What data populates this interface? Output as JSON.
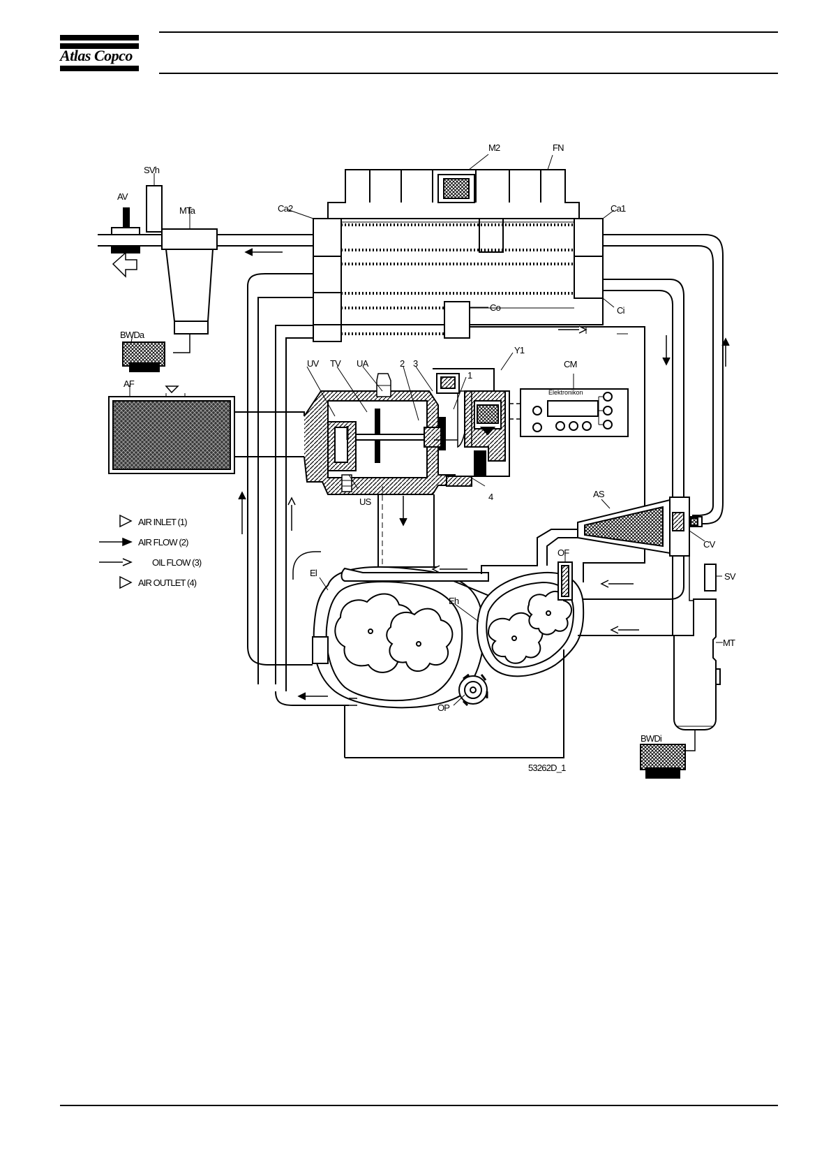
{
  "header": {
    "logo_text": "Atlas Copco"
  },
  "diagram": {
    "labels": {
      "M2": "M2",
      "FN": "FN",
      "SVh": "SVh",
      "AV": "AV",
      "MTa": "MTa",
      "Ca2": "Ca2",
      "Ca1": "Ca1",
      "Co": "Co",
      "Ci": "Ci",
      "BWDa": "BWDa",
      "AF": "AF",
      "UV": "UV",
      "TV": "TV",
      "UA": "UA",
      "n2": "2",
      "n3": "3",
      "n1": "1",
      "Y1": "Y1",
      "CM": "CM",
      "US": "US",
      "n4": "4",
      "AS": "AS",
      "CV": "CV",
      "OF": "OF",
      "SV": "SV",
      "El": "El",
      "Eh": "Eh",
      "MT": "MT",
      "OP": "OP",
      "BWDi": "BWDi"
    },
    "controller_brand": "Elektronikon",
    "figure_id": "53262D_1",
    "legend": [
      {
        "symbol": "hollow-arrow",
        "text": "AIR INLET (1)"
      },
      {
        "symbol": "filled-arrow",
        "text": "AIR FLOW (2)"
      },
      {
        "symbol": "open-arrow",
        "text": "OIL FLOW (3)"
      },
      {
        "symbol": "hollow-arrow",
        "text": "AIR OUTLET (4)"
      }
    ]
  }
}
